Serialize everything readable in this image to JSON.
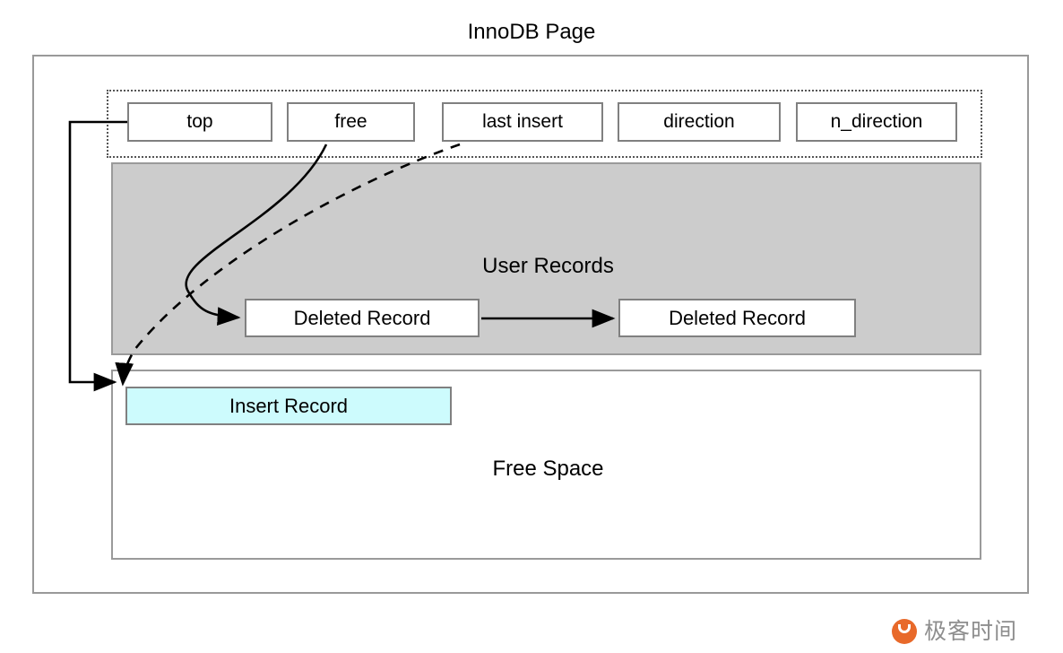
{
  "diagram": {
    "title": "InnoDB Page",
    "header_fields": [
      {
        "id": "top",
        "label": "top"
      },
      {
        "id": "free",
        "label": "free"
      },
      {
        "id": "last-insert",
        "label": "last insert"
      },
      {
        "id": "direction",
        "label": "direction"
      },
      {
        "id": "n-direction",
        "label": "n_direction"
      }
    ],
    "user_records": {
      "label": "User Records",
      "fill_color": "#cccccc",
      "records": [
        {
          "id": "deleted-record-1",
          "label": "Deleted Record"
        },
        {
          "id": "deleted-record-2",
          "label": "Deleted Record"
        }
      ]
    },
    "free_space": {
      "label": "Free Space",
      "fill_color": "#ffffff",
      "insert_record": {
        "label": "Insert Record",
        "fill_color": "#cdfbfd"
      }
    },
    "connectors": [
      {
        "id": "top-to-free-space",
        "from": "top",
        "to": "free-space-start",
        "style": "solid",
        "arrow": true
      },
      {
        "id": "free-to-deleted-record",
        "from": "free",
        "to": "deleted-record-1",
        "style": "solid",
        "arrow": true
      },
      {
        "id": "last-insert-to-insert-record",
        "from": "last-insert",
        "to": "insert-record",
        "style": "dashed",
        "arrow": true
      },
      {
        "id": "deleted-record-chain",
        "from": "deleted-record-1",
        "to": "deleted-record-2",
        "style": "solid",
        "arrow": true
      }
    ]
  },
  "watermark": {
    "text": "极客时间",
    "logo_color": "#e8692a",
    "text_color": "#8e8e8e"
  }
}
